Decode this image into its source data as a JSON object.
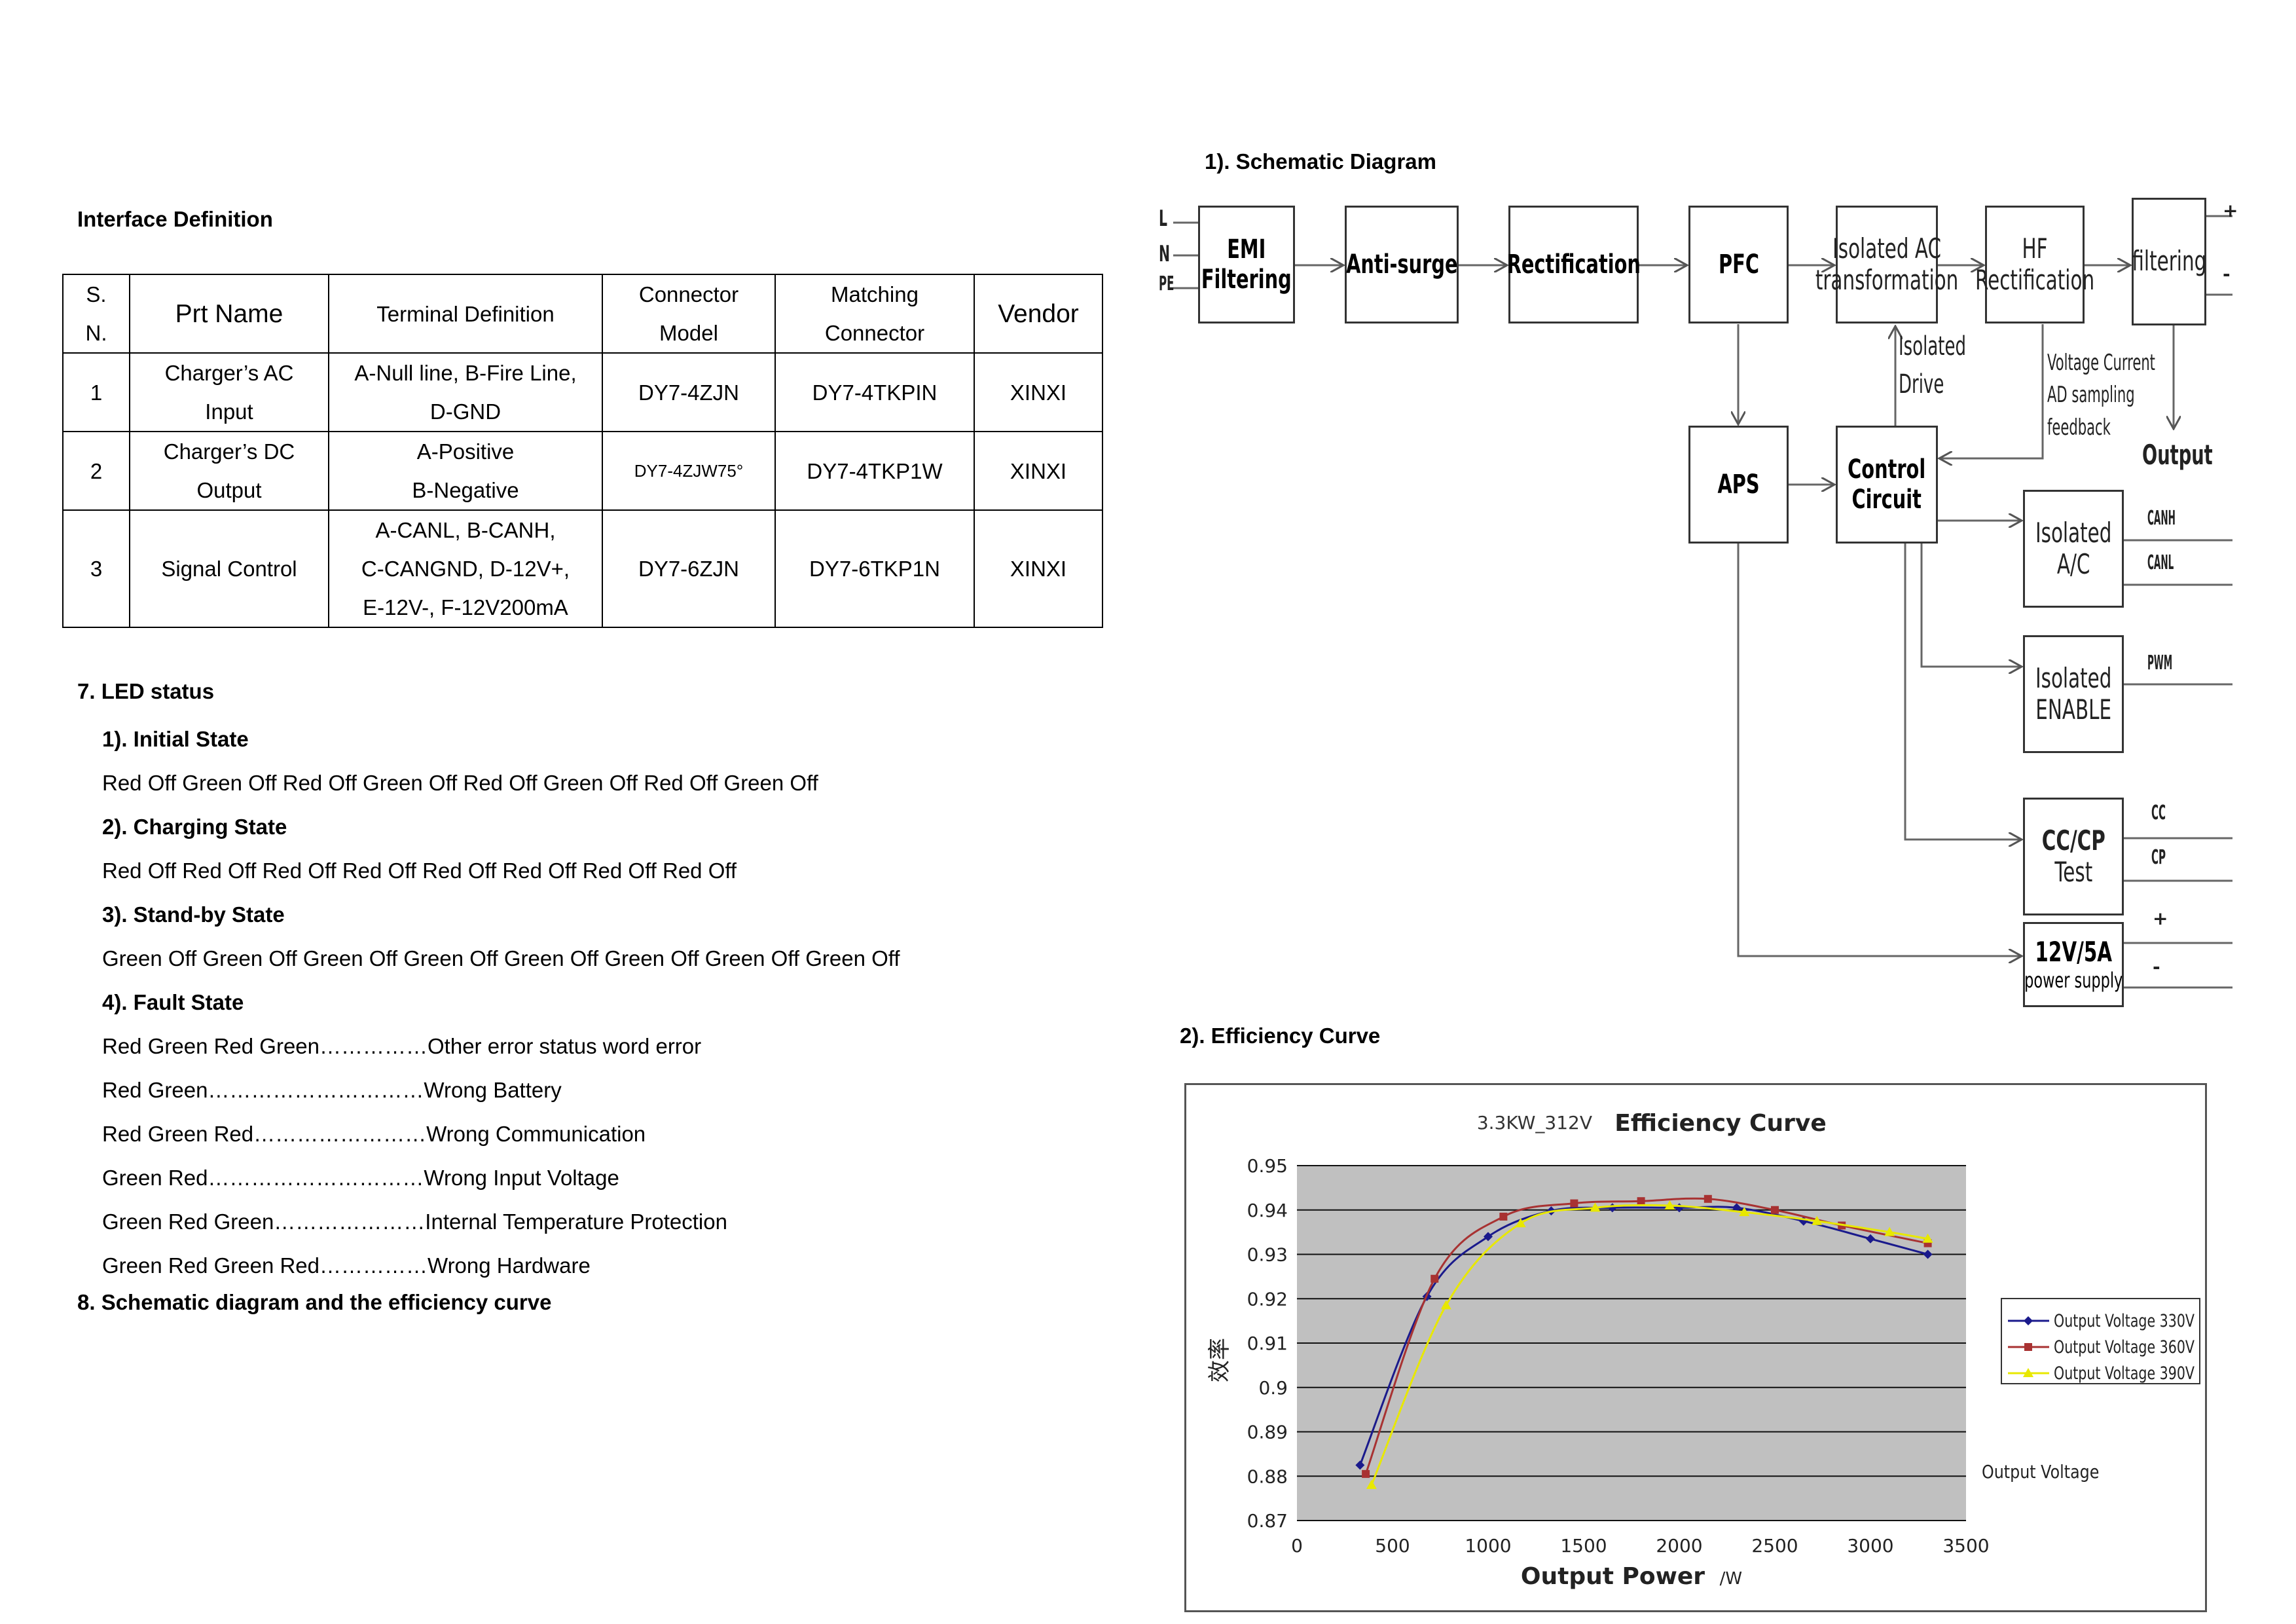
{
  "left": {
    "interface_title": "Interface Definition",
    "table": {
      "headers": {
        "sn_line1": "S.",
        "sn_line2": "N.",
        "prt_name": "Prt Name",
        "terminal": "Terminal Definition",
        "connector_line1": "Connector",
        "connector_line2": "Model",
        "matching_line1": "Matching",
        "matching_line2": "Connector",
        "vendor": "Vendor"
      },
      "rows": [
        {
          "sn": "1",
          "name_line1": "Charger’s AC",
          "name_line2": "Input",
          "term_line1": "A-Null line, B-Fire Line,",
          "term_line2": "D-GND",
          "connector": "DY7-4ZJN",
          "matching": "DY7-4TKPIN",
          "vendor": "XINXI"
        },
        {
          "sn": "2",
          "name_line1": "Charger’s DC",
          "name_line2": "Output",
          "term_line1": "A-Positive",
          "term_line2": "B-Negative",
          "connector": "DY7-4ZJW75°",
          "matching": "DY7-4TKP1W",
          "vendor": "XINXI"
        },
        {
          "sn": "3",
          "name": "Signal Control",
          "term_line1": "A-CANL, B-CANH,",
          "term_line2": "C-CANGND, D-12V+,",
          "term_line3": "E-12V-, F-12V200mA",
          "connector": "DY7-6ZJN",
          "matching": "DY7-6TKP1N",
          "vendor": "XINXI"
        }
      ]
    },
    "led_title": "7. LED status",
    "states": [
      {
        "title": "1). Initial State",
        "text": "Red Off Green Off Red Off Green Off Red Off Green Off Red Off Green Off"
      },
      {
        "title": "2). Charging State",
        "text": "Red Off Red Off Red Off Red Off Red Off Red Off Red Off Red Off"
      },
      {
        "title": "3). Stand-by State",
        "text": "Green Off Green Off Green Off Green Off Green Off Green Off Green Off Green Off"
      },
      {
        "title": "4). Fault State"
      }
    ],
    "faults": [
      "Red Green Red Green……………Other error status word error",
      "Red Green…………………………Wrong Battery",
      "Red Green Red……………………Wrong Communication",
      "Green Red…………………………Wrong Input Voltage",
      "Green Red Green…………………Internal Temperature Protection",
      "Green Red Green Red……………Wrong Hardware"
    ],
    "section8_title": "8. Schematic diagram and the efficiency curve"
  },
  "right": {
    "schematic_title": "1). Schematic Diagram",
    "input_labels": [
      "L",
      "N",
      "PE"
    ],
    "blocks": {
      "emi": [
        "EMI",
        "Filtering"
      ],
      "antisurge": "Anti-surge",
      "rectification": "Rectification",
      "pfc": "PFC",
      "isolated_ac": [
        "Isolated AC",
        "transformation"
      ],
      "hf": [
        "HF",
        "Rectification"
      ],
      "filtering": "filtering",
      "aps": "APS",
      "control": [
        "Control",
        "Circuit"
      ],
      "isolated_ac2": [
        "Isolated",
        "A/C"
      ],
      "isolated_enable": [
        "Isolated",
        "ENABLE"
      ],
      "cccp": [
        "CC/CP",
        "Test"
      ],
      "supply": [
        "12V/5A",
        "power supply"
      ]
    },
    "labels": {
      "isolated_drive": [
        "Isolated",
        "Drive"
      ],
      "feedback": [
        "Voltage Current",
        "AD sampling",
        "feedback"
      ],
      "output": "Output",
      "out_plus": "+",
      "out_minus": "-",
      "canh": "CANH",
      "canl": "CANL",
      "pwm": "PWM",
      "cc": "CC",
      "cp": "CP",
      "sup_plus": "+",
      "sup_minus": "-"
    },
    "efficiency_title": "2). Efficiency Curve"
  },
  "chart_data": {
    "type": "line",
    "title_prefix": "3.3KW_312V",
    "title": "Efficiency Curve",
    "xlabel": "Output Power",
    "xunit": "/W",
    "ylabel": "效率",
    "xlim": [
      0,
      3500
    ],
    "ylim": [
      0.87,
      0.95
    ],
    "xticks": [
      "0",
      "500",
      "1000",
      "1500",
      "2000",
      "2500",
      "3000",
      "3500"
    ],
    "yticks": [
      "0.95",
      "0.94",
      "0.93",
      "0.92",
      "0.91",
      "0.9",
      "0.89",
      "0.88",
      "0.87"
    ],
    "grid": true,
    "legend_position": "right",
    "legend_caption": "Output Voltage",
    "series": [
      {
        "name": "Output Voltage 330V",
        "color": "#1a1a8c",
        "marker": "diamond",
        "x": [
          330,
          680,
          1000,
          1330,
          1650,
          2000,
          2300,
          2650,
          3000,
          3300
        ],
        "y": [
          0.8825,
          0.9205,
          0.934,
          0.9398,
          0.9405,
          0.9405,
          0.9405,
          0.9375,
          0.9335,
          0.93
        ]
      },
      {
        "name": "Output Voltage 360V",
        "color": "#a83232",
        "marker": "square",
        "x": [
          360,
          720,
          1080,
          1450,
          1800,
          2150,
          2500,
          2850,
          3300
        ],
        "y": [
          0.8805,
          0.9245,
          0.9385,
          0.9415,
          0.942,
          0.9425,
          0.94,
          0.9365,
          0.9325
        ]
      },
      {
        "name": "Output Voltage 390V",
        "color": "#e8e800",
        "marker": "triangle",
        "x": [
          390,
          780,
          1170,
          1560,
          1950,
          2340,
          2720,
          3100,
          3300
        ],
        "y": [
          0.878,
          0.9185,
          0.937,
          0.9405,
          0.941,
          0.9395,
          0.9375,
          0.935,
          0.9335
        ]
      }
    ]
  }
}
